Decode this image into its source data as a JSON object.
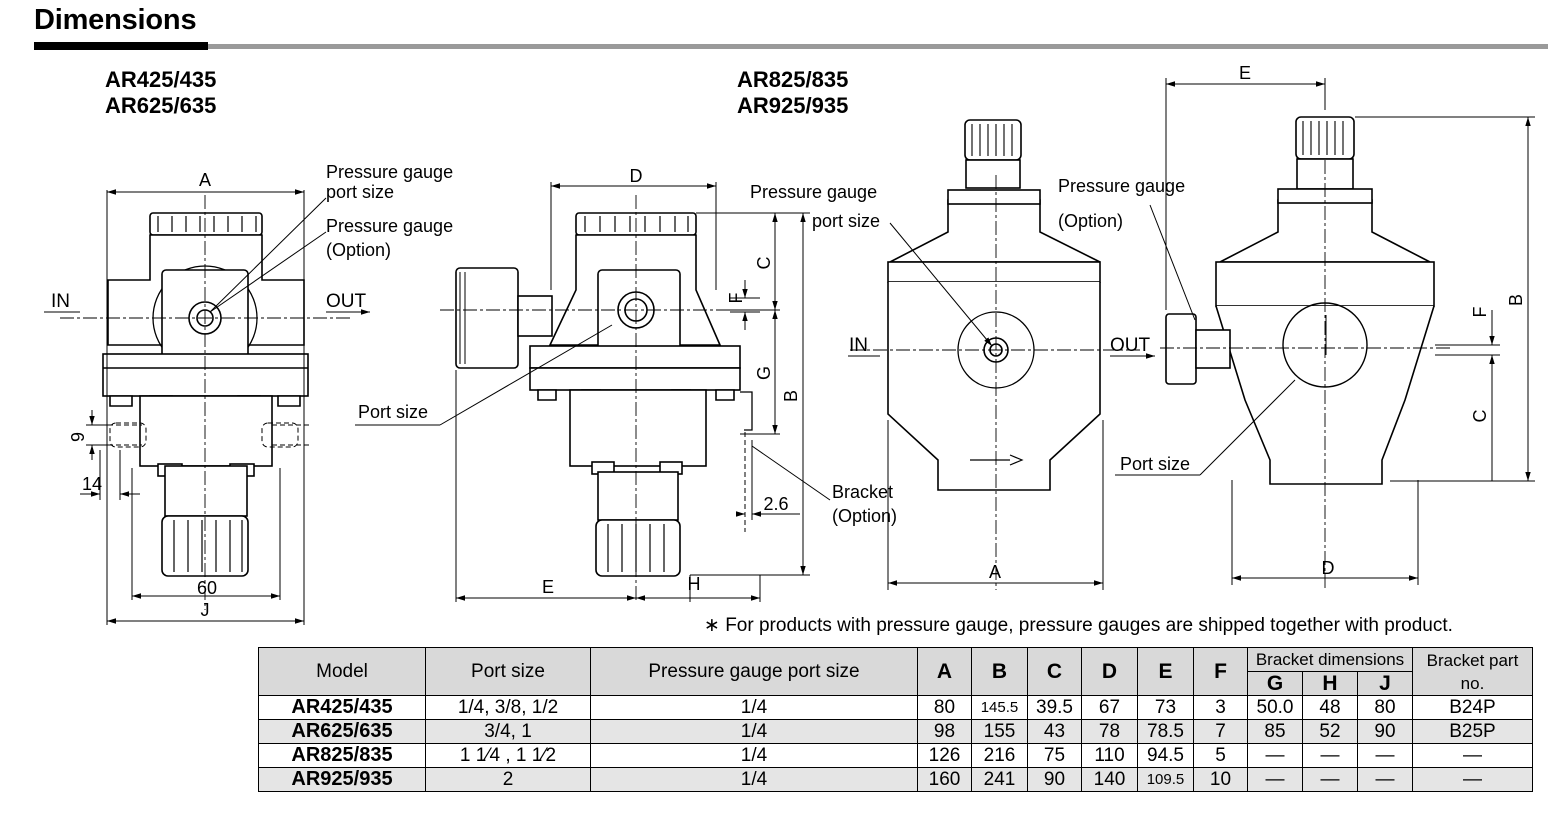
{
  "header": {
    "title": "Dimensions"
  },
  "left_models": [
    "AR425/435",
    "AR625/635"
  ],
  "right_models": [
    "AR825/835",
    "AR925/935"
  ],
  "labels": {
    "left": {
      "pg_port_size": [
        "Pressure gauge",
        "port size"
      ],
      "pg_option": [
        "Pressure gauge",
        "(Option)"
      ],
      "in": "IN",
      "out": "OUT",
      "dim_A": "A",
      "dim_J": "J",
      "dim_9": "9",
      "dim_14": "14",
      "dim_60": "60"
    },
    "side": {
      "dim_D": "D",
      "dim_C": "C",
      "dim_F": "F",
      "dim_G": "G",
      "dim_B": "B",
      "dim_E": "E",
      "dim_H": "H",
      "dim_2_6": "2.6",
      "port_size": "Port size",
      "bracket": [
        "Bracket",
        "(Option)"
      ]
    },
    "right": {
      "pg_port_size": [
        "Pressure gauge",
        "port size"
      ],
      "pg_option": [
        "Pressure gauge",
        "(Option)"
      ],
      "in": "IN",
      "out": "OUT",
      "port_size": "Port size",
      "dim_A": "A",
      "dim_D": "D",
      "dim_E": "E",
      "dim_B": "B",
      "dim_F": "F",
      "dim_C": "C"
    }
  },
  "footnote": "∗ For products with pressure gauge, pressure gauges are shipped together with product.",
  "table": {
    "headers": {
      "model": "Model",
      "port_size": "Port size",
      "pg_port_size": "Pressure gauge port size",
      "A": "A",
      "B": "B",
      "C": "C",
      "D": "D",
      "E": "E",
      "F": "F",
      "bracket_dimensions": "Bracket dimensions",
      "G": "G",
      "H": "H",
      "J": "J",
      "bracket_part_no": [
        "Bracket part",
        "no."
      ]
    },
    "rows": [
      {
        "model": "AR425/435",
        "port_size": "1/4, 3/8, 1/2",
        "pg": "1/4",
        "A": "80",
        "B": "145.5",
        "C": "39.5",
        "D": "67",
        "E": "73",
        "F": "3",
        "G": "50.0",
        "H": "48",
        "J": "80",
        "part": "B24P"
      },
      {
        "model": "AR625/635",
        "port_size": "3/4, 1",
        "pg": "1/4",
        "A": "98",
        "B": "155",
        "C": "43",
        "D": "78",
        "E": "78.5",
        "F": "7",
        "G": "85",
        "H": "52",
        "J": "90",
        "part": "B25P"
      },
      {
        "model": "AR825/835",
        "port_size": "1 1⁄4 , 1 1⁄2",
        "pg": "1/4",
        "A": "126",
        "B": "216",
        "C": "75",
        "D": "110",
        "E": "94.5",
        "F": "5",
        "G": "—",
        "H": "—",
        "J": "—",
        "part": "—"
      },
      {
        "model": "AR925/935",
        "port_size": "2",
        "pg": "1/4",
        "A": "160",
        "B": "241",
        "C": "90",
        "D": "140",
        "E": "109.5",
        "F": "10",
        "G": "—",
        "H": "—",
        "J": "—",
        "part": "—"
      }
    ]
  }
}
